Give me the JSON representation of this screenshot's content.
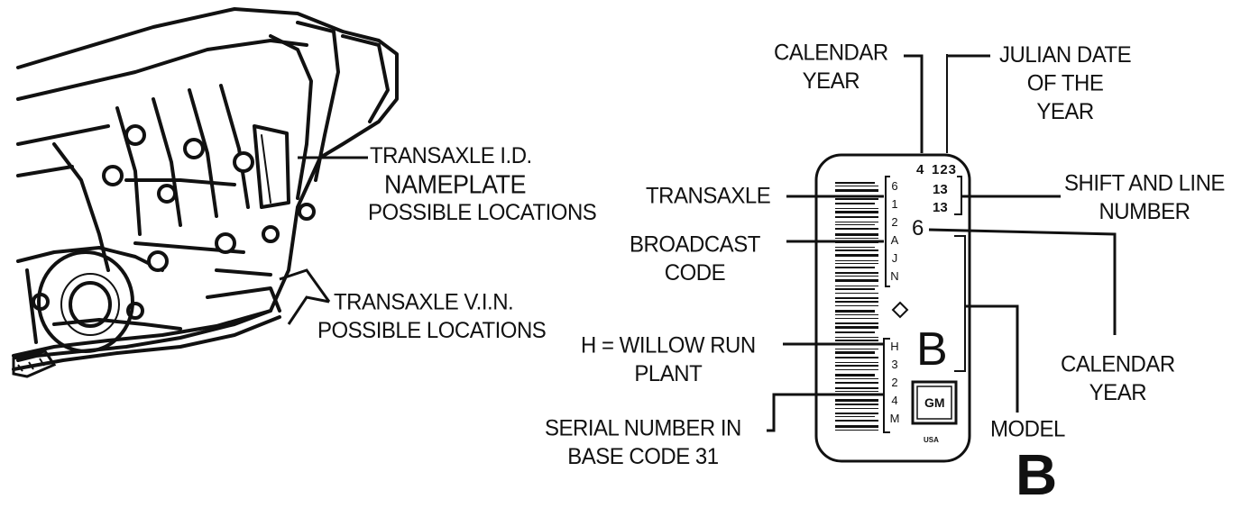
{
  "left_labels": {
    "transaxle_id": [
      "TRANSAXLE I.D.",
      "NAMEPLATE",
      "POSSIBLE LOCATIONS"
    ],
    "transaxle_vin": [
      "TRANSAXLE V.I.N.",
      "POSSIBLE LOCATIONS"
    ]
  },
  "right_labels": {
    "calendar_year_top": [
      "CALENDAR",
      "YEAR"
    ],
    "julian_date": [
      "JULIAN DATE",
      "OF THE",
      "YEAR"
    ],
    "transaxle": [
      "TRANSAXLE"
    ],
    "shift_line": [
      "SHIFT AND LINE",
      "NUMBER"
    ],
    "broadcast_code": [
      "BROADCAST",
      "CODE"
    ],
    "willow_run": [
      "H = WILLOW RUN",
      "PLANT"
    ],
    "calendar_year_right": [
      "CALENDAR",
      "YEAR"
    ],
    "serial_number": [
      "SERIAL NUMBER IN",
      "BASE CODE 31"
    ],
    "model": [
      "MODEL"
    ]
  },
  "tag": {
    "year_digit": "4",
    "julian_digits": "123",
    "shift_codes": [
      "13",
      "13"
    ],
    "model_year_digit": "6",
    "model_letter": "B",
    "logo": "GM",
    "country": "USA",
    "left_column_codes": [
      "6",
      "1",
      "2",
      "A",
      "J",
      "N"
    ],
    "serial_codes": [
      "H",
      "3",
      "2",
      "4",
      "M"
    ]
  },
  "figure_letter": "B"
}
